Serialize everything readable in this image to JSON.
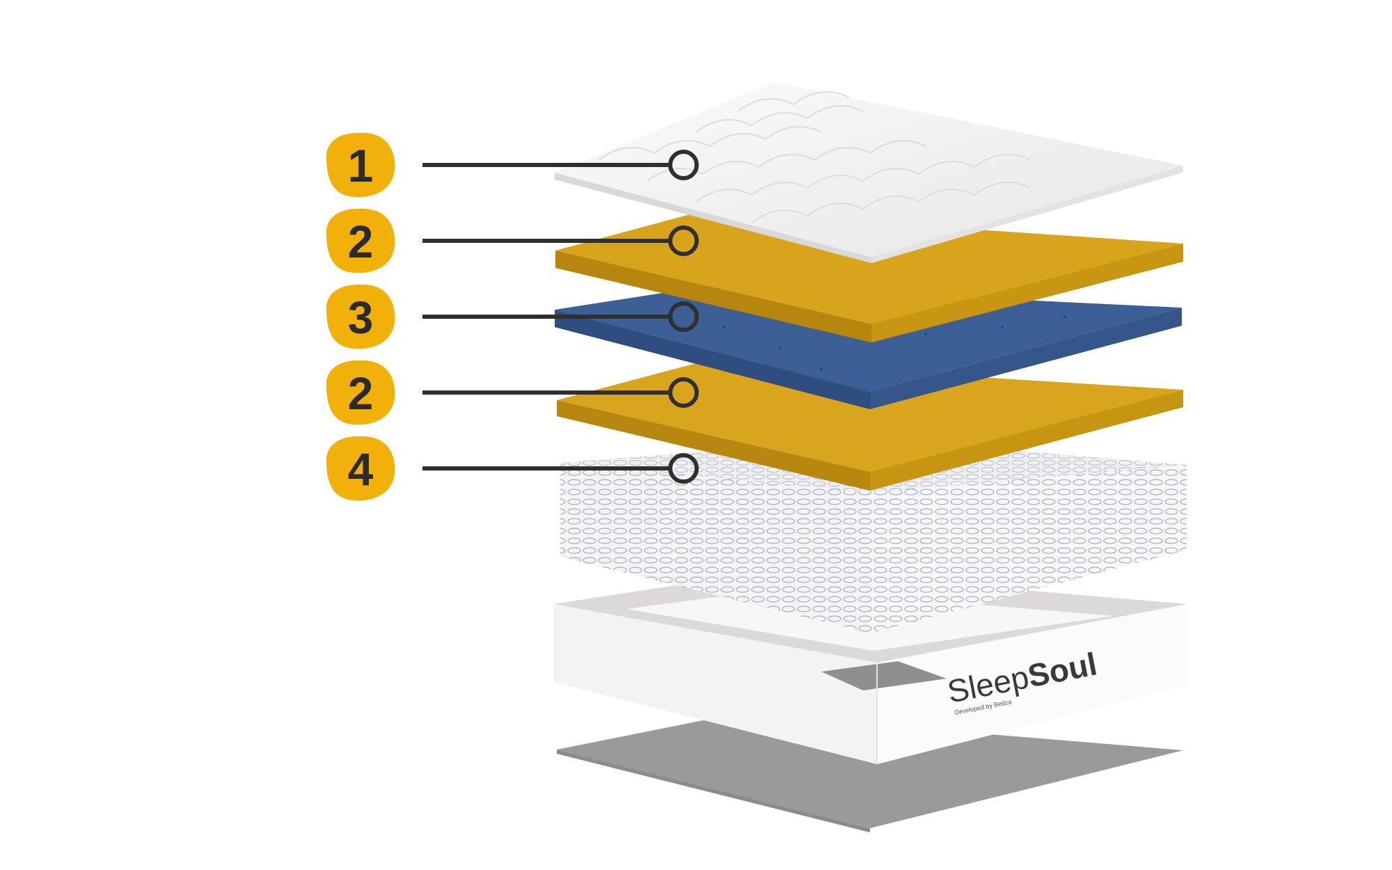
{
  "callouts": [
    {
      "number": "1"
    },
    {
      "number": "2"
    },
    {
      "number": "3"
    },
    {
      "number": "2"
    },
    {
      "number": "4"
    }
  ],
  "brand": {
    "name_light": "Sleep",
    "name_bold": "Soul",
    "tagline": "Developed by Bedza"
  },
  "colors": {
    "badge": "#F2B10A",
    "connector": "#2f2f2f",
    "comfort_foam": "#D9A61C",
    "support_foam": "#3C5F96",
    "quilted_cover": "#F1F1F1",
    "base_panel": "#9A9A9A"
  }
}
